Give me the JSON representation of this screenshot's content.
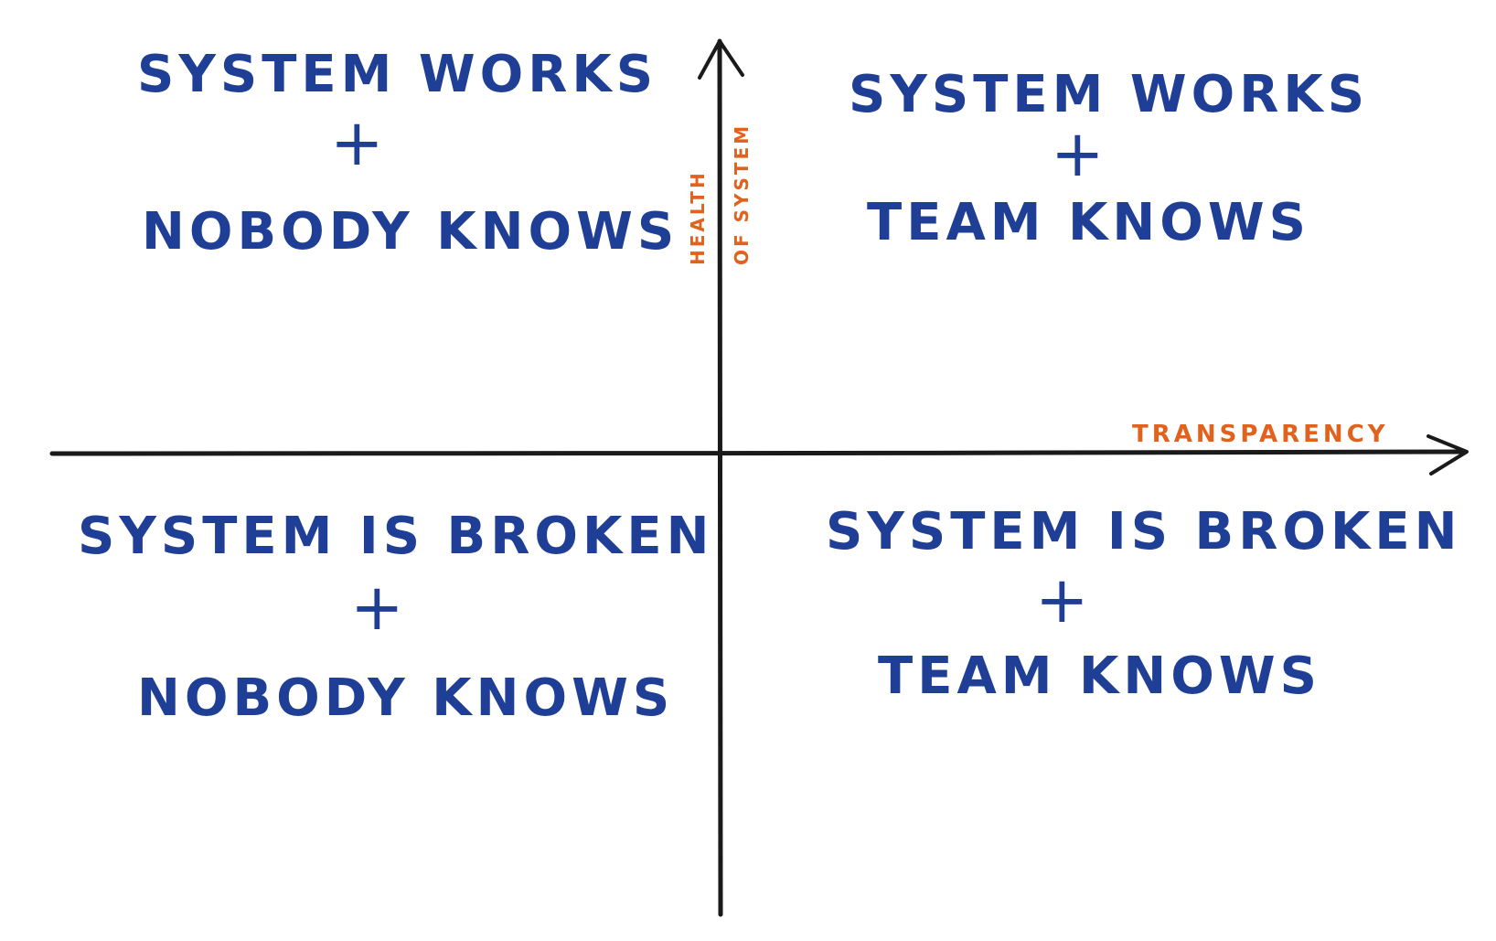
{
  "axes": {
    "x_label": "TRANSPARENCY",
    "y_label_line1": "HEALTH",
    "y_label_line2": "OF SYSTEM"
  },
  "quadrants": {
    "top_left": {
      "line1": "SYSTEM WORKS",
      "connector": "+",
      "line2": "NOBODY KNOWS"
    },
    "top_right": {
      "line1": "SYSTEM WORKS",
      "connector": "+",
      "line2": "TEAM KNOWS"
    },
    "bottom_left": {
      "line1": "SYSTEM IS BROKEN",
      "connector": "+",
      "line2": "NOBODY KNOWS"
    },
    "bottom_right": {
      "line1": "SYSTEM IS BROKEN",
      "connector": "+",
      "line2": "TEAM KNOWS"
    }
  },
  "colors": {
    "quadrant_text": "#1f3e96",
    "axis_label": "#e0621d",
    "axis_line": "#1a1a1a",
    "background": "#ffffff"
  }
}
